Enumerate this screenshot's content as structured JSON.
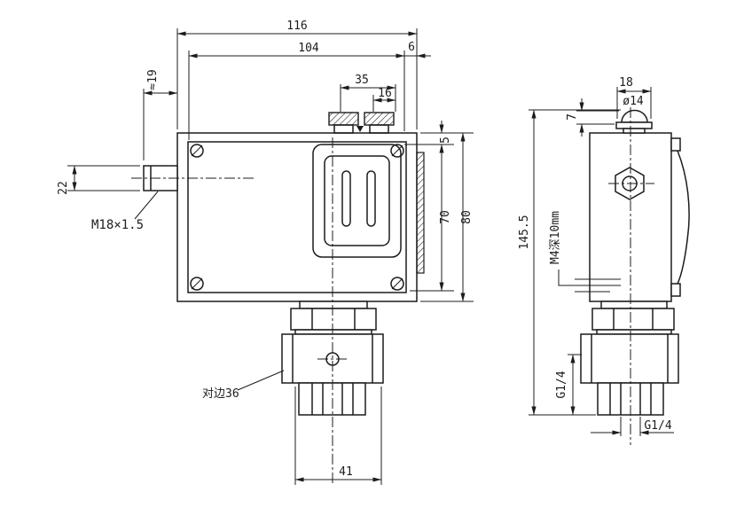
{
  "meta": {
    "line_color": "#1c1c1c",
    "background_color": "#ffffff",
    "drawing_type": "pressure switch outline dimension drawing"
  },
  "front_view": {
    "dim_116": "116",
    "dim_104": "104",
    "dim_6": "6",
    "dim_35": "35",
    "dim_16": "16",
    "dim_approx_19": "≈19",
    "dim_22": "22",
    "dim_5": "5",
    "dim_70": "70",
    "dim_80": "80",
    "dim_41": "41",
    "thread_label": "M18×1.5",
    "hex_flats_label": "对边36"
  },
  "side_view": {
    "dim_18": "18",
    "dim_dia_14": "ø14",
    "dim_7": "7",
    "dim_overall_height": "145.5",
    "tapped_hole_label": "M4深10mm",
    "port_side_label": "G1/4",
    "port_bottom_label": "G1/4"
  }
}
